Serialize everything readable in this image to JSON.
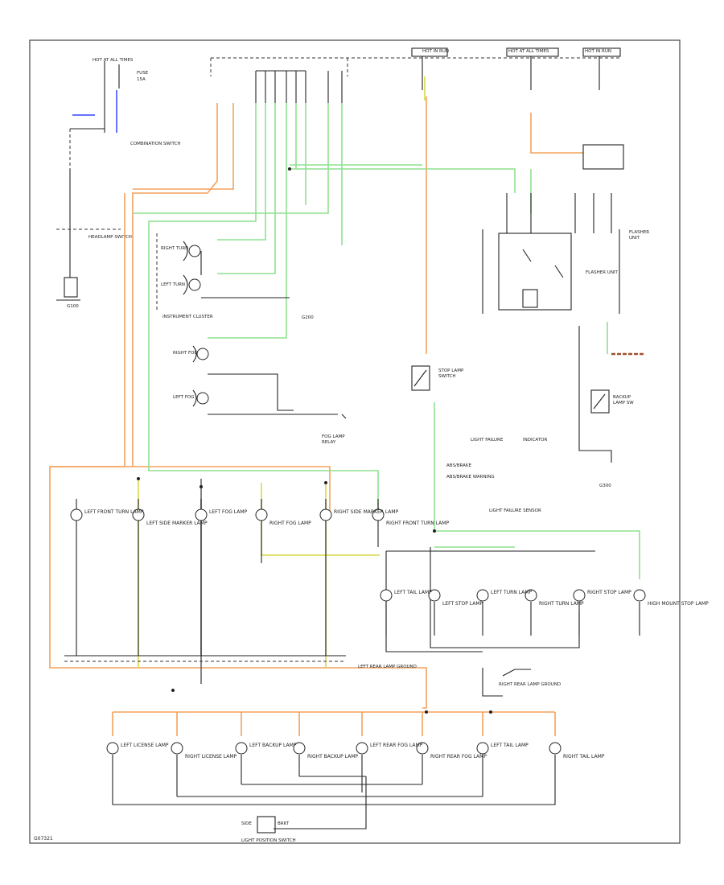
{
  "figure_code": "G07321",
  "diagram": {
    "main_labels": {
      "instrument_cluster": "INSTRUMENT CLUSTER",
      "flasher_unit": "FLASHER UNIT",
      "light_failure_sensor": "LIGHT FAILURE SENSOR",
      "left_rear_lamp_ground": "LEFT REAR LAMP GROUND",
      "right_rear_lamp_ground": "RIGHT REAR LAMP GROUND"
    },
    "lamps": {
      "front_row": [
        "LEFT FRONT TURN LAMP",
        "LEFT SIDE MARKER LAMP",
        "LEFT FOG LAMP",
        "RIGHT FOG LAMP",
        "RIGHT SIDE MARKER LAMP",
        "RIGHT FRONT TURN LAMP"
      ],
      "mid_row": [
        "LEFT TAIL LAMP",
        "LEFT STOP LAMP",
        "LEFT TURN LAMP",
        "RIGHT TURN LAMP",
        "RIGHT STOP LAMP",
        "HIGH MOUNT STOP LAMP"
      ],
      "bottom_row": [
        "LEFT LICENSE LAMP",
        "RIGHT LICENSE LAMP",
        "LEFT BACKUP LAMP",
        "RIGHT BACKUP LAMP",
        "LEFT REAR FOG LAMP",
        "RIGHT REAR FOG LAMP",
        "LEFT TAIL LAMP",
        "RIGHT TAIL LAMP"
      ]
    }
  }
}
